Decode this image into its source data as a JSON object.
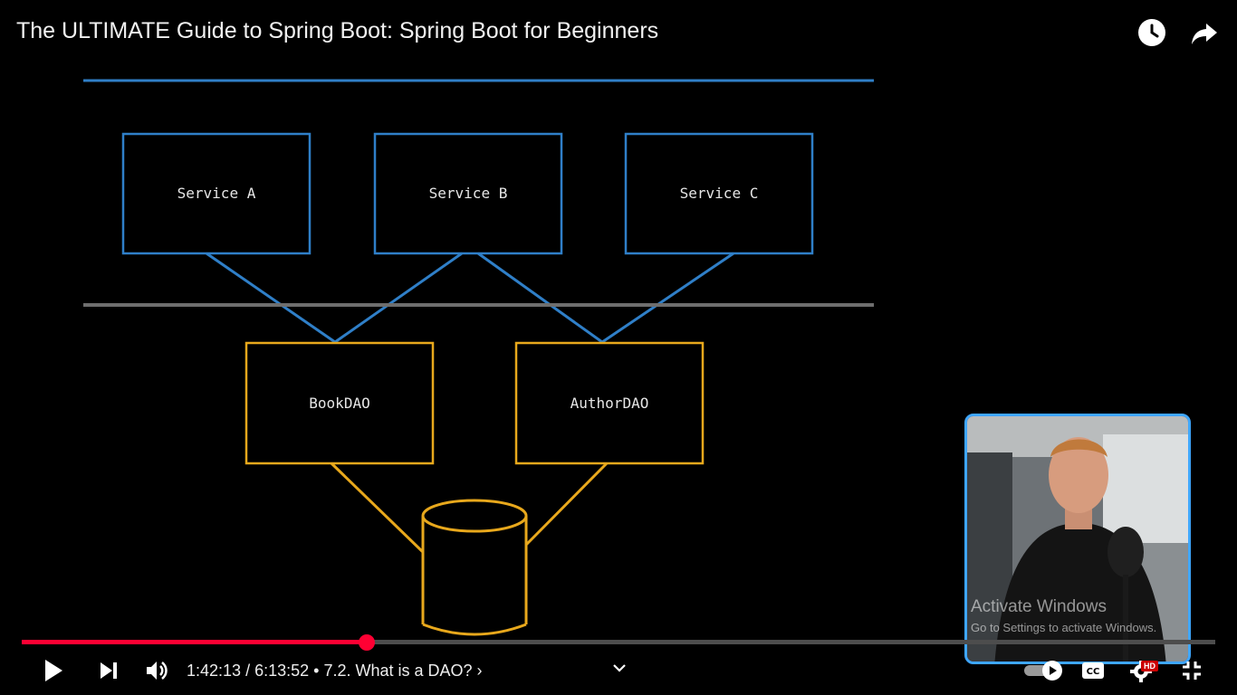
{
  "video": {
    "title": "The ULTIMATE Guide to Spring Boot: Spring Boot for Beginners",
    "time_current": "1:42:13",
    "time_separator": " / ",
    "time_total": "6:13:52",
    "chapter_separator": " • ",
    "chapter": "7.2. What is a DAO?",
    "chapter_chevron": "›",
    "progress_fraction": 0.289,
    "hd_label": "HD"
  },
  "diagram": {
    "services": [
      "Service A",
      "Service B",
      "Service C"
    ],
    "daos": [
      "BookDAO",
      "AuthorDAO"
    ]
  },
  "watermark": {
    "title": "Activate Windows",
    "subtitle": "Go to Settings to activate Windows."
  },
  "colors": {
    "accent_red": "#ff0033",
    "service_blue": "#2f7fc8",
    "dao_yellow": "#e8a81c",
    "divider_gray": "#6e6e6e",
    "pip_border": "#3ea6ff"
  },
  "icons": {
    "top": [
      "watch-later-icon",
      "share-icon"
    ],
    "controls": [
      "play-icon",
      "next-icon",
      "volume-icon",
      "chevron-down-icon",
      "autoplay-toggle-icon",
      "captions-icon",
      "settings-icon",
      "exit-fullscreen-icon"
    ]
  }
}
